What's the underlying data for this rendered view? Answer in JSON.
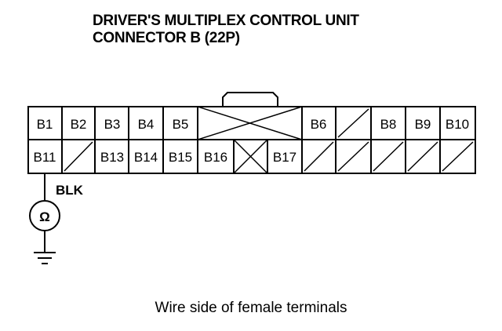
{
  "title": {
    "line1": "DRIVER'S MULTIPLEX CONTROL UNIT",
    "line2": "CONNECTOR B (22P)"
  },
  "connector": {
    "row1": [
      "B1",
      "B2",
      "B3",
      "B4",
      "B5",
      "B6",
      "",
      "B8",
      "B9",
      "B10"
    ],
    "row2": [
      "B11",
      "",
      "B13",
      "B14",
      "B15",
      "B16",
      "",
      "B17",
      "",
      "",
      "",
      "",
      ""
    ]
  },
  "wire_color": "BLK",
  "meter_symbol": "Ω",
  "caption": "Wire side of female terminals"
}
